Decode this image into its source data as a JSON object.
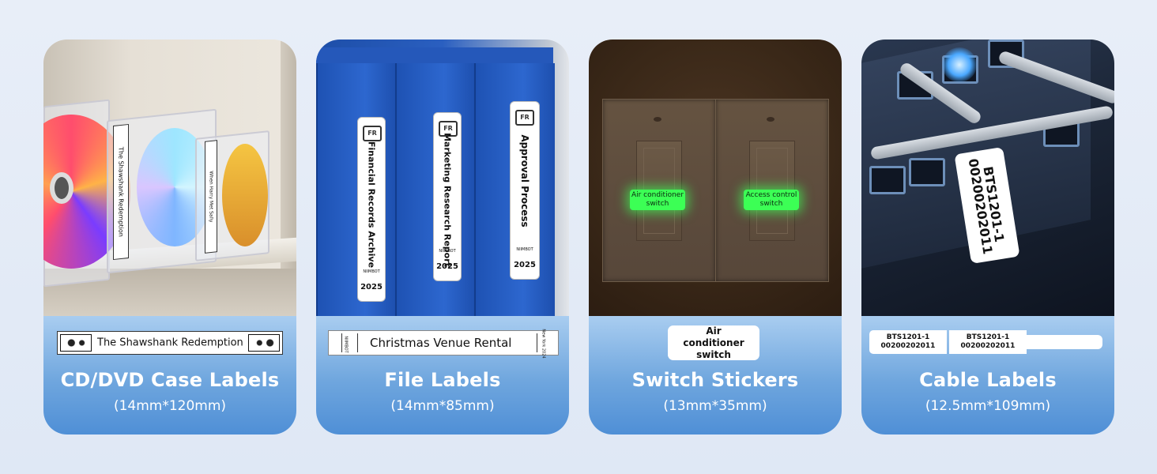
{
  "cards": [
    {
      "title": "CD/DVD Case Labels",
      "size": "(14mm*120mm)",
      "label_text": "The Shawshank Redemption",
      "photo_spines": [
        "The Shawshank Redemption",
        "When Harry Met Sally"
      ]
    },
    {
      "title": "File Labels",
      "size": "(14mm*85mm)",
      "label_text": "Christmas Venue Rental",
      "label_brand": "NIIMBOT",
      "label_side": "New York 2024",
      "photo_binders": [
        {
          "text": "Financial Records Archive",
          "brand": "NIIMBOT",
          "year": "2025"
        },
        {
          "text": "Marketing Research Report",
          "brand": "NIIMBOT",
          "year": "2025"
        },
        {
          "text": "Approval Process",
          "brand": "NIIMBOT",
          "year": "2025"
        }
      ]
    },
    {
      "title": "Switch Stickers",
      "size": "(13mm*35mm)",
      "label_text": "Air conditioner switch",
      "photo_stickers": [
        "Air conditioner switch",
        "Access control switch"
      ]
    },
    {
      "title": "Cable Labels",
      "size": "(12.5mm*109mm)",
      "label_tags": [
        {
          "line1": "BTS1201-1",
          "line2": "00200202011"
        },
        {
          "line1": "BTS1201-1",
          "line2": "00200202011"
        }
      ],
      "photo_tag": "BTS1201-1\n00200202011"
    }
  ],
  "colors": {
    "card_gradient_top": "#a9cdf0",
    "card_gradient_bottom": "#4f8fd6",
    "glow_green": "#3cff55",
    "binder_blue": "#2d67cf"
  },
  "icons": [
    "ornament-icon",
    "logo-icon"
  ]
}
